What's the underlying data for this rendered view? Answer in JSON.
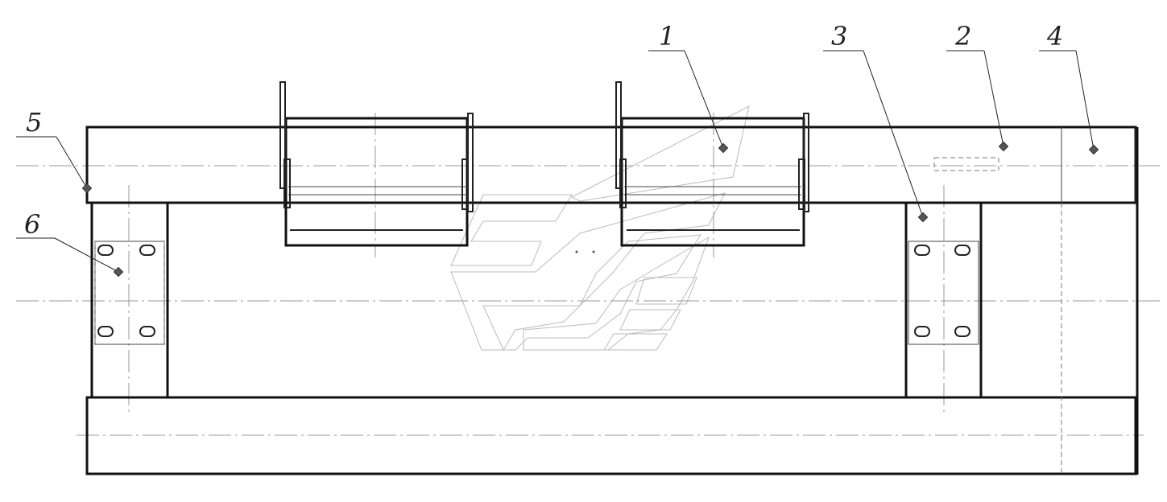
{
  "callouts": [
    {
      "id": "1",
      "label": "1"
    },
    {
      "id": "2",
      "label": "2"
    },
    {
      "id": "3",
      "label": "3"
    },
    {
      "id": "4",
      "label": "4"
    },
    {
      "id": "5",
      "label": "5"
    },
    {
      "id": "6",
      "label": "6"
    }
  ],
  "colors": {
    "line": "#111111",
    "centerline": "#999999",
    "watermark": "#bbbbbb"
  }
}
